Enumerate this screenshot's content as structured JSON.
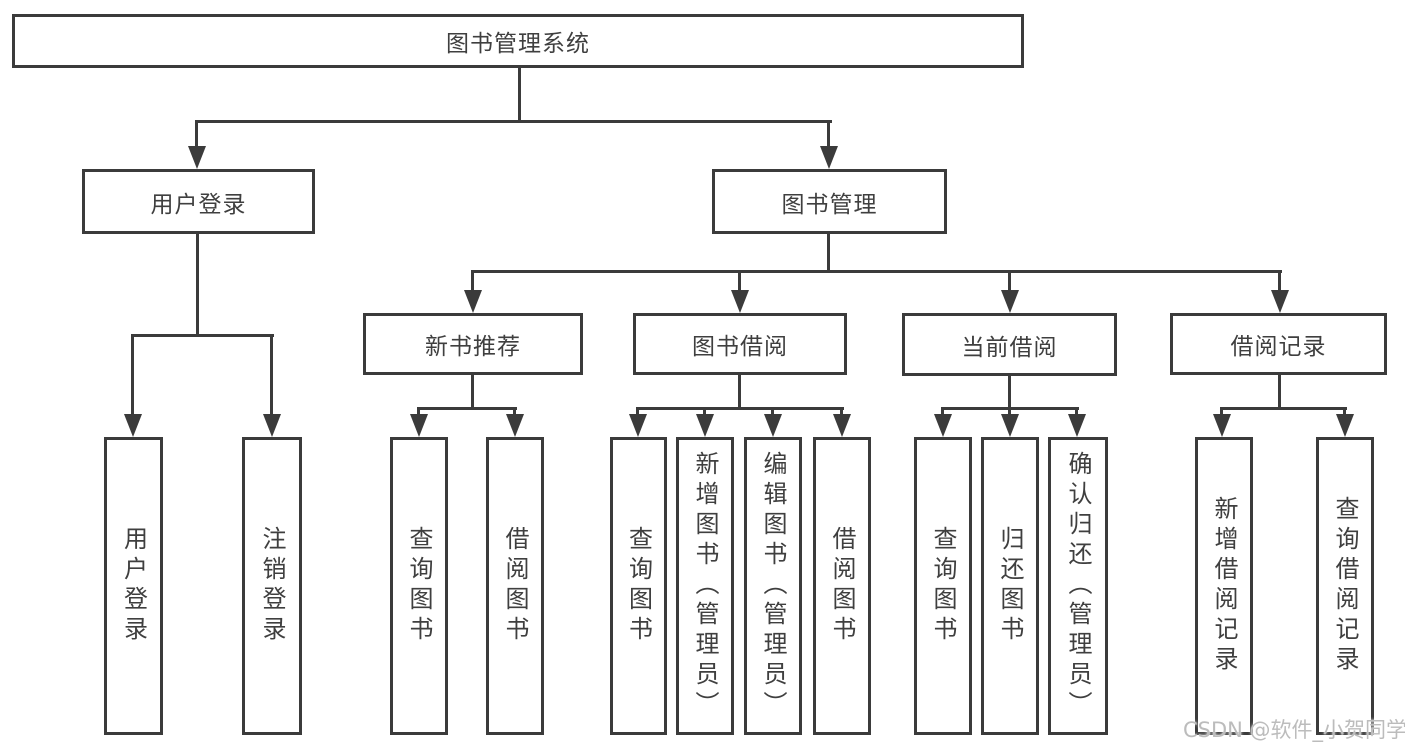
{
  "diagram": {
    "root": {
      "label": "图书管理系统"
    },
    "level2": [
      {
        "label": "用户登录"
      },
      {
        "label": "图书管理"
      }
    ],
    "level3": [
      {
        "label": "新书推荐"
      },
      {
        "label": "图书借阅"
      },
      {
        "label": "当前借阅"
      },
      {
        "label": "借阅记录"
      }
    ],
    "leaves": {
      "user_login": [
        "用户登录",
        "注销登录"
      ],
      "new_books": [
        "查询图书",
        "借阅图书"
      ],
      "book_borrowing": [
        "查询图书",
        "新增图书（管理员）",
        "编辑图书（管理员）",
        "借阅图书"
      ],
      "current_borrowing": [
        "查询图书",
        "归还图书",
        "确认归还（管理员）"
      ],
      "borrowing_records": [
        "新增借阅记录",
        "查询借阅记录"
      ]
    },
    "watermark": "CSDN @软件_小贺同学",
    "colors": {
      "line": "#3b3b3b",
      "text": "#3f3f3f",
      "background": "#ffffff",
      "watermark": "#bcbcbc"
    }
  }
}
